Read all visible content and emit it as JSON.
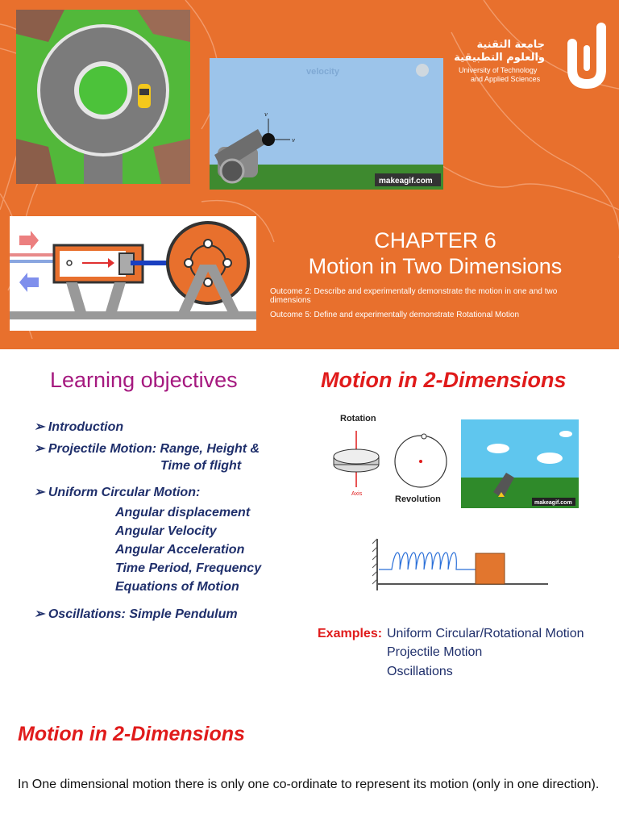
{
  "header": {
    "logo": {
      "arabic_line1": "جامعة التقنية",
      "arabic_line2": "والعلوم التطبيقية",
      "english_line1": "University of Technology",
      "english_line2": "and Applied Sciences"
    },
    "chapter_title": "CHAPTER 6",
    "chapter_subtitle": "Motion in Two Dimensions",
    "outcome2": "Outcome 2: Describe and experimentally demonstrate the motion in one and two dimensions",
    "outcome5": "Outcome 5: Define and experimentally demonstrate Rotational Motion",
    "cannon_image": {
      "caption_top": "velocity",
      "watermark": "makeagif.com",
      "vy": "v_y",
      "vx": "v_x"
    }
  },
  "learning_objectives": {
    "title": "Learning objectives",
    "items": [
      "Introduction",
      "Projectile Motion: Range, Height &",
      "Uniform Circular Motion:",
      "Oscillations: Simple Pendulum"
    ],
    "projectile_cont": "Time of flight",
    "circular_sub": [
      "Angular displacement",
      "Angular Velocity",
      "Angular Acceleration",
      "Time Period, Frequency",
      "Equations of Motion"
    ]
  },
  "motion_2d": {
    "title": "Motion in 2-Dimensions",
    "rotation_label": "Rotation",
    "axis_label": "Axis",
    "revolution_label": "Revolution",
    "cannon2_watermark": "makeagif.com",
    "examples_label": "Examples:",
    "examples": [
      "Uniform Circular/Rotational Motion",
      "Projectile Motion",
      "Oscillations"
    ]
  },
  "section2": {
    "title": "Motion in 2-Dimensions",
    "paragraph": "In One dimensional motion there is only one co-ordinate to represent its motion (only in one direction)."
  },
  "colors": {
    "banner": "#e8702d",
    "objective_title": "#a5197f",
    "red_title": "#e01b1b",
    "navy_text": "#1f2f6b"
  }
}
